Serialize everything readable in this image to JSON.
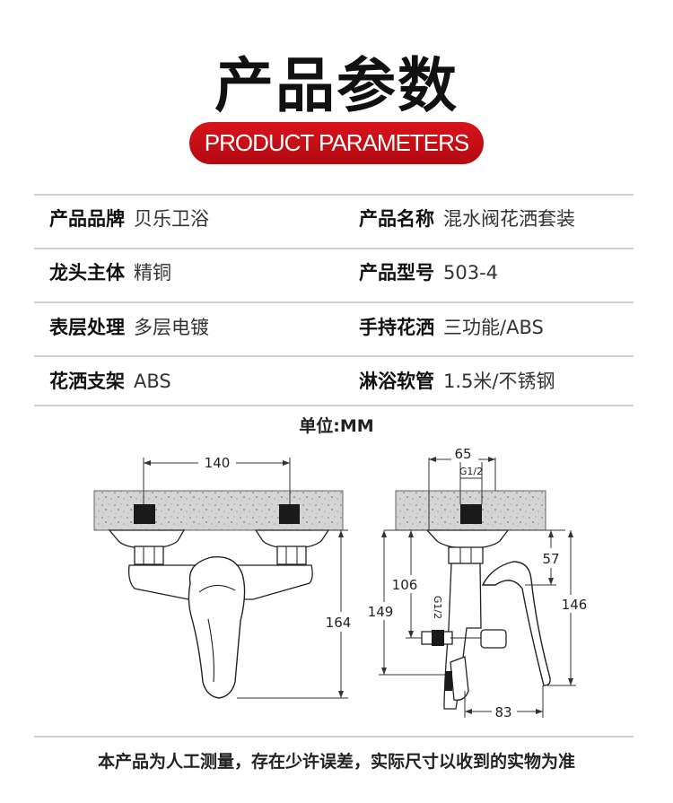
{
  "header": {
    "title": "产品参数",
    "subtitle": "PRODUCT PARAMETERS"
  },
  "specs": [
    {
      "label": "产品品牌",
      "value": "贝乐卫浴"
    },
    {
      "label": "产品名称",
      "value": "混水阀花洒套装"
    },
    {
      "label": "龙头主体",
      "value": "精铜"
    },
    {
      "label": "产品型号",
      "value": "503-4"
    },
    {
      "label": "表层处理",
      "value": "多层电镀"
    },
    {
      "label": "手持花洒",
      "value": "三功能/ABS"
    },
    {
      "label": "花洒支架",
      "value": "ABS"
    },
    {
      "label": "淋浴软管",
      "value": "1.5米/不锈钢"
    }
  ],
  "unit": "单位:MM",
  "drawing": {
    "front": {
      "width_dim": "140",
      "height_dim": "164"
    },
    "side": {
      "top_dim": "65",
      "top_thread": "G1/2",
      "dim_57": "57",
      "dim_106": "106",
      "dim_149": "149",
      "dim_146": "146",
      "side_thread": "G1/2",
      "bottom_dim": "83"
    }
  },
  "footer": "本产品为人工测量，存在少许误差，实际尺寸以收到的实物为准",
  "colors": {
    "accent": "#c8101a",
    "divider": "#cfcfcf"
  }
}
